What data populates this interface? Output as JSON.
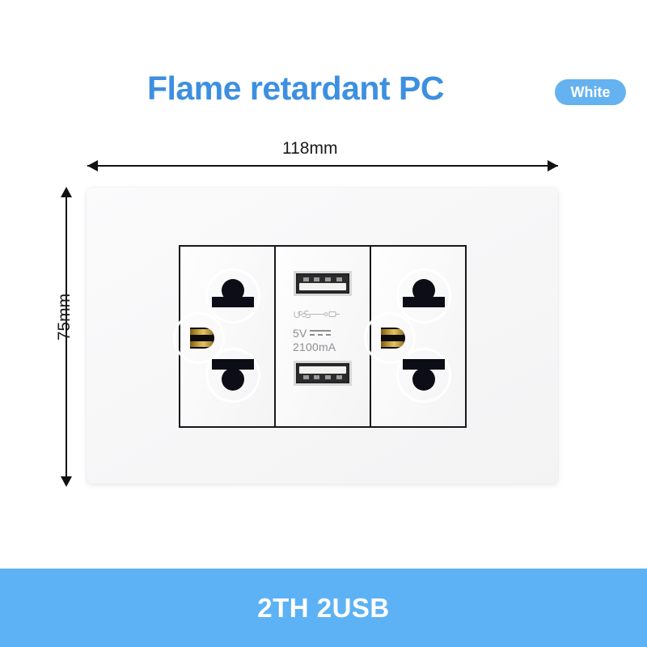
{
  "header": {
    "title": "Flame retardant PC",
    "color_badge": "White",
    "title_color": "#3d8fe0",
    "badge_color": "#64b2f0"
  },
  "dimensions": {
    "width_label": "118mm",
    "height_label": "75mm"
  },
  "product": {
    "sockets": [
      {
        "name": "left-universal-socket",
        "type": "universal-2pin-ground"
      },
      {
        "name": "right-universal-socket",
        "type": "universal-2pin-ground"
      }
    ],
    "usb_module": {
      "logo_text": "USB",
      "voltage": "5V",
      "current": "2100mA",
      "port_count": 2
    }
  },
  "banner": {
    "text": "2TH 2USB",
    "background": "#5cb2f5"
  },
  "icons": {
    "arrow_left": "arrow-left-icon",
    "arrow_right": "arrow-right-icon",
    "arrow_up": "arrow-up-icon",
    "arrow_down": "arrow-down-icon",
    "usb_logo": "usb-logo-icon"
  }
}
